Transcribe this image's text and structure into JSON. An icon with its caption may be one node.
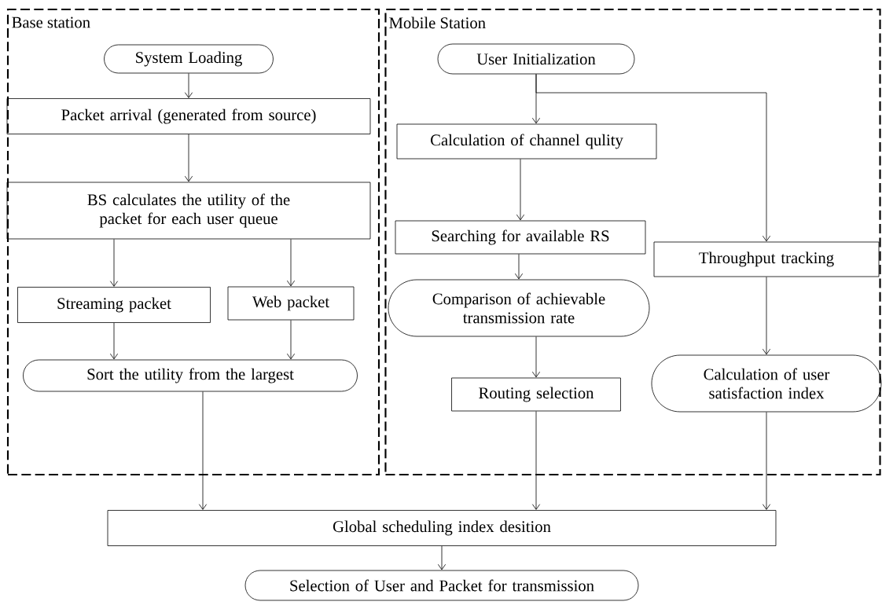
{
  "diagram": {
    "nodes": [
      {
        "text": [
          "Base station"
        ]
      },
      {
        "text": [
          "Mobile Station"
        ]
      },
      {
        "text": [
          "System Loading"
        ],
        "in": 0
      },
      {
        "text": [
          "Packet arrival (generated from source)"
        ],
        "in": 0
      },
      {
        "text": [
          "BS calculates the utility of the packet for each user queue"
        ],
        "in": 0
      },
      {
        "text": [
          "Streaming packet"
        ],
        "in": 0
      },
      {
        "text": [
          "Web packet"
        ],
        "in": 0
      },
      {
        "text": [
          "Sort the utility from the largest"
        ],
        "in": 0
      },
      {
        "text": [
          "User Initialization"
        ],
        "in": 1
      },
      {
        "text": [
          "Calculation of channel qulity"
        ],
        "in": 1
      },
      {
        "text": [
          "Searching for available RS"
        ],
        "in": 1
      },
      {
        "text": [
          "Comparison of achievable transmission rate"
        ],
        "in": 1
      },
      {
        "text": [
          "Routing selection"
        ],
        "in": 1
      },
      {
        "text": [
          "Throughput tracking"
        ],
        "in": 1
      },
      {
        "text": [
          "Calculation of user satisfaction index"
        ],
        "in": 1
      },
      {
        "text": [
          "Global scheduling index desition"
        ]
      },
      {
        "text": [
          "Selection of User and Packet for transmission"
        ]
      }
    ],
    "edges": [
      {
        "from": 2,
        "to": 3,
        "arrow": "to"
      },
      {
        "from": 3,
        "to": 4,
        "arrow": "to"
      },
      {
        "from": 4,
        "to": 5,
        "arrow": "to"
      },
      {
        "from": 4,
        "to": 6,
        "arrow": "to"
      },
      {
        "from": 5,
        "to": 7,
        "arrow": "to"
      },
      {
        "from": 6,
        "to": 7,
        "arrow": "to"
      },
      {
        "from": 7,
        "to": 15,
        "arrow": "to"
      },
      {
        "from": 8,
        "to": 9,
        "arrow": "to"
      },
      {
        "from": 8,
        "to": 13,
        "arrow": "to"
      },
      {
        "from": 9,
        "to": 10,
        "arrow": "to"
      },
      {
        "from": 10,
        "to": 11,
        "arrow": "to"
      },
      {
        "from": 11,
        "to": 12,
        "arrow": "to"
      },
      {
        "from": 12,
        "to": 15,
        "arrow": "to"
      },
      {
        "from": 13,
        "to": 14,
        "arrow": "to"
      },
      {
        "from": 14,
        "to": 15,
        "arrow": "to"
      },
      {
        "from": 15,
        "to": 16,
        "arrow": "to"
      }
    ]
  }
}
